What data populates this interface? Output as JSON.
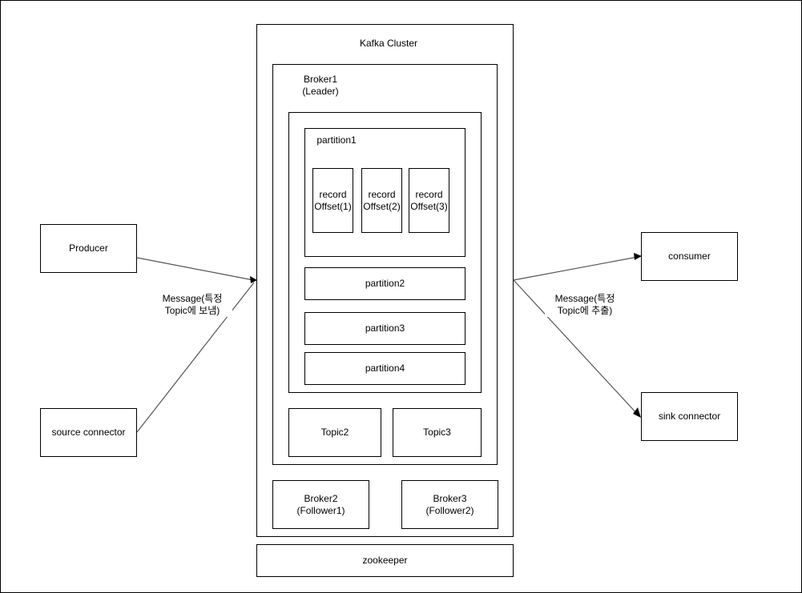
{
  "cluster": {
    "title": "Kafka Cluster"
  },
  "broker1": {
    "label": "Broker1\n(Leader)"
  },
  "partition1": {
    "label": "partition1"
  },
  "records": [
    {
      "label": "record\nOffset(1)"
    },
    {
      "label": "record\nOffset(2)"
    },
    {
      "label": "record\nOffset(3)"
    }
  ],
  "partitions": [
    {
      "label": "partition2"
    },
    {
      "label": "partition3"
    },
    {
      "label": "partition4"
    }
  ],
  "topics": [
    {
      "label": "Topic2"
    },
    {
      "label": "Topic3"
    }
  ],
  "broker2": {
    "label": "Broker2\n(Follower1)"
  },
  "broker3": {
    "label": "Broker3\n(Follower2)"
  },
  "zookeeper": {
    "label": "zookeeper"
  },
  "producer": {
    "label": "Producer"
  },
  "source_connector": {
    "label": "source connector"
  },
  "consumer": {
    "label": "consumer"
  },
  "sink_connector": {
    "label": "sink connector"
  },
  "edges": {
    "inbound_label": "Message(특정\nTopic에 보냄)",
    "outbound_label": "Message(특정\nTopic에 추출)"
  }
}
